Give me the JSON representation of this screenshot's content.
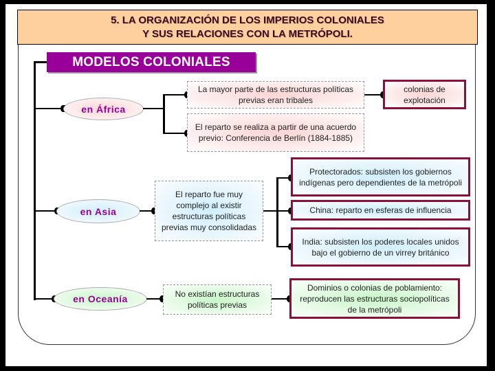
{
  "header": {
    "line1": "5. LA ORGANIZACIÓN DE LOS IMPERIOS COLONIALES",
    "line2": "Y SUS RELACIONES CON LA METRÓPOLI."
  },
  "root": {
    "label": "MODELOS COLONIALES"
  },
  "africa": {
    "label": "en África",
    "box1": "La mayor parte de las estructuras políticas previas eran tribales",
    "box2": "El reparto se realiza a partir de una acuerdo previo: Conferencia de Berlín (1884-1885)",
    "result": "colonias de explotación"
  },
  "asia": {
    "label": "en Asia",
    "middle": "El reparto fue muy complejo al existir estructuras políticas previas muy consolidadas",
    "results": [
      "Protectorados: subsisten los gobiernos indígenas pero dependientes de la metrópoli",
      "China: reparto en esferas de influencia",
      "India: subsisten los poderes locales unidos bajo el gobierno de un virrey británico"
    ]
  },
  "oceania": {
    "label": "en Oceanía",
    "middle": "No existían estructuras políticas previas",
    "result": "Dominios o colonias de poblamiento: reproducen las estructuras sociopolíticas de la metrópoli"
  },
  "colors": {
    "header_bg": "#fdd09e",
    "root_bg": "#990099",
    "accent_border": "#8b0f37",
    "africa": "#fbd5d5",
    "asia": "#cfeefb",
    "oceania": "#c8f5c8"
  }
}
